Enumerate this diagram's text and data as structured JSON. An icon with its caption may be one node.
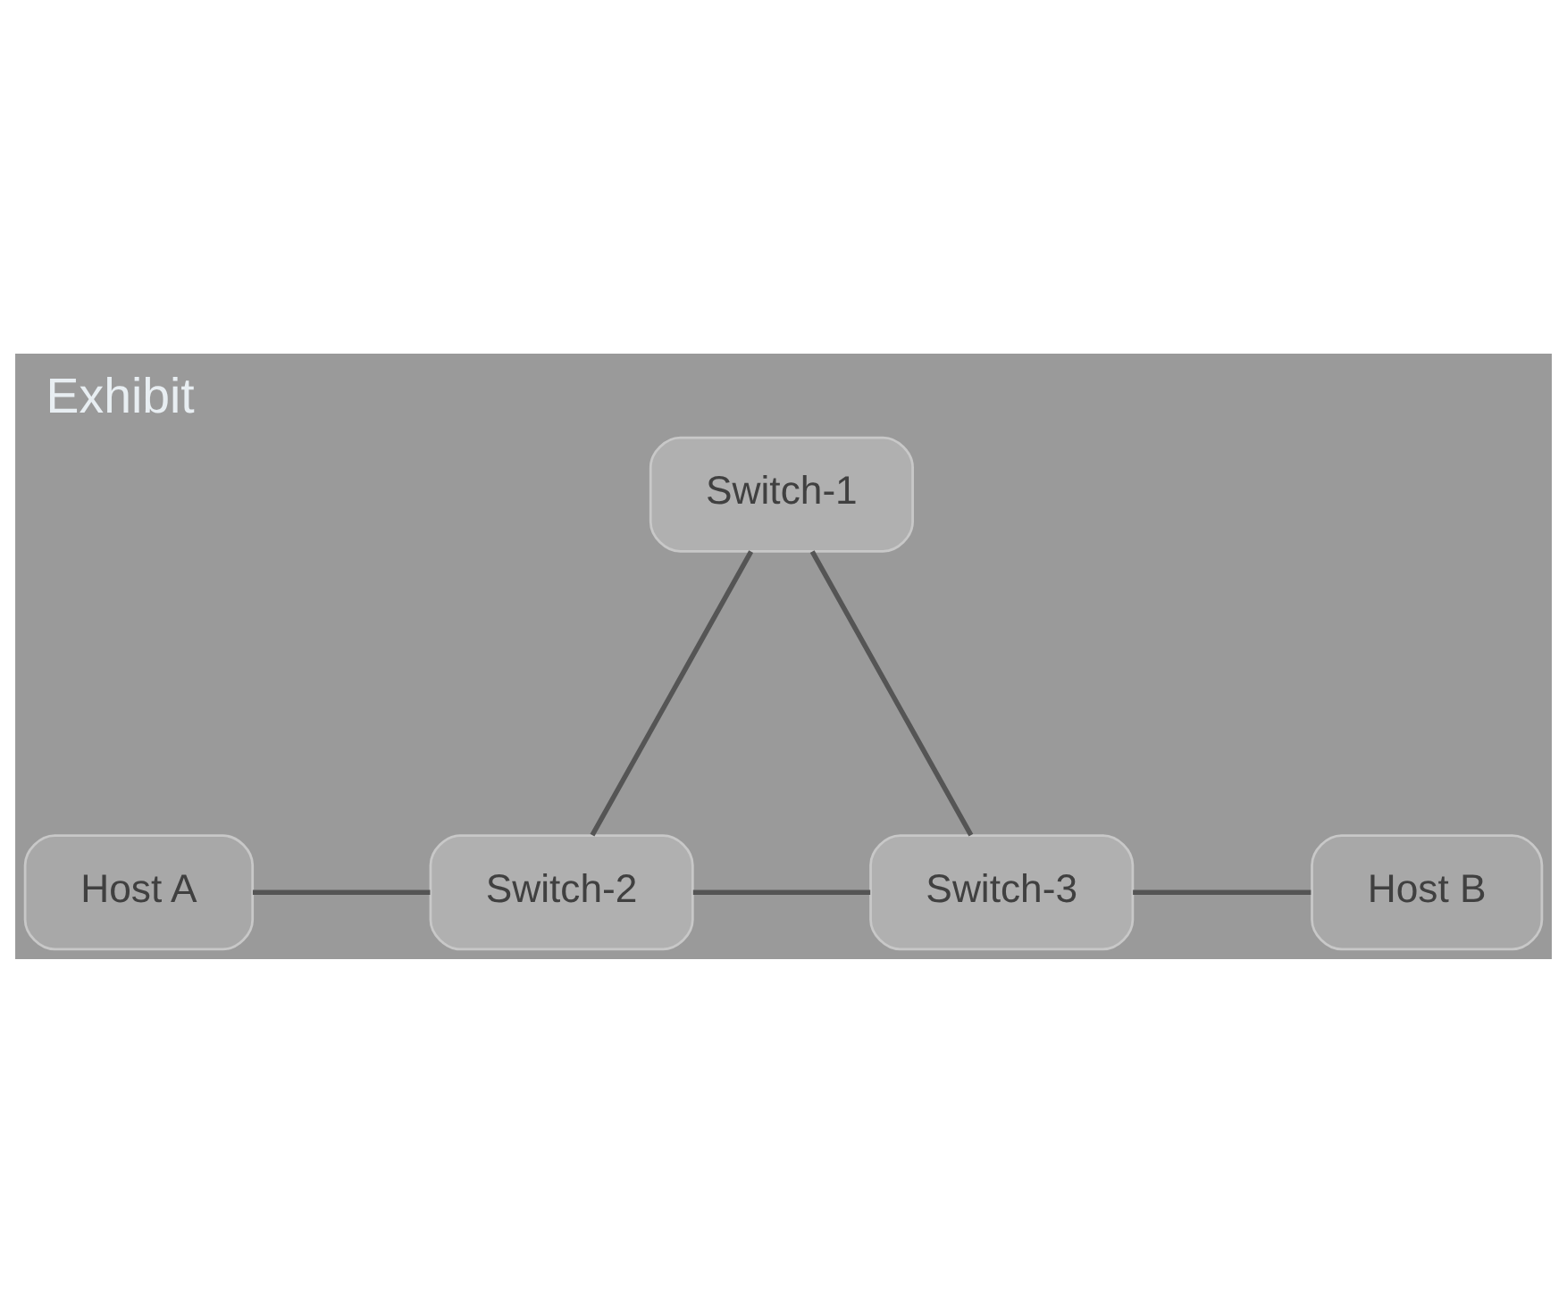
{
  "diagram": {
    "title": "Exhibit",
    "nodes": [
      {
        "text": [
          "Switch-1"
        ]
      },
      {
        "text": [
          "Host A"
        ]
      },
      {
        "text": [
          "Switch-2"
        ]
      },
      {
        "text": [
          "Switch-3"
        ]
      },
      {
        "text": [
          "Host B"
        ]
      }
    ],
    "edges": [
      {
        "from": 0,
        "to": 2,
        "arrow": "none"
      },
      {
        "from": 0,
        "to": 3,
        "arrow": "none"
      },
      {
        "from": 1,
        "to": 2,
        "arrow": "none"
      },
      {
        "from": 2,
        "to": 3,
        "arrow": "none"
      },
      {
        "from": 3,
        "to": 4,
        "arrow": "none"
      }
    ]
  }
}
